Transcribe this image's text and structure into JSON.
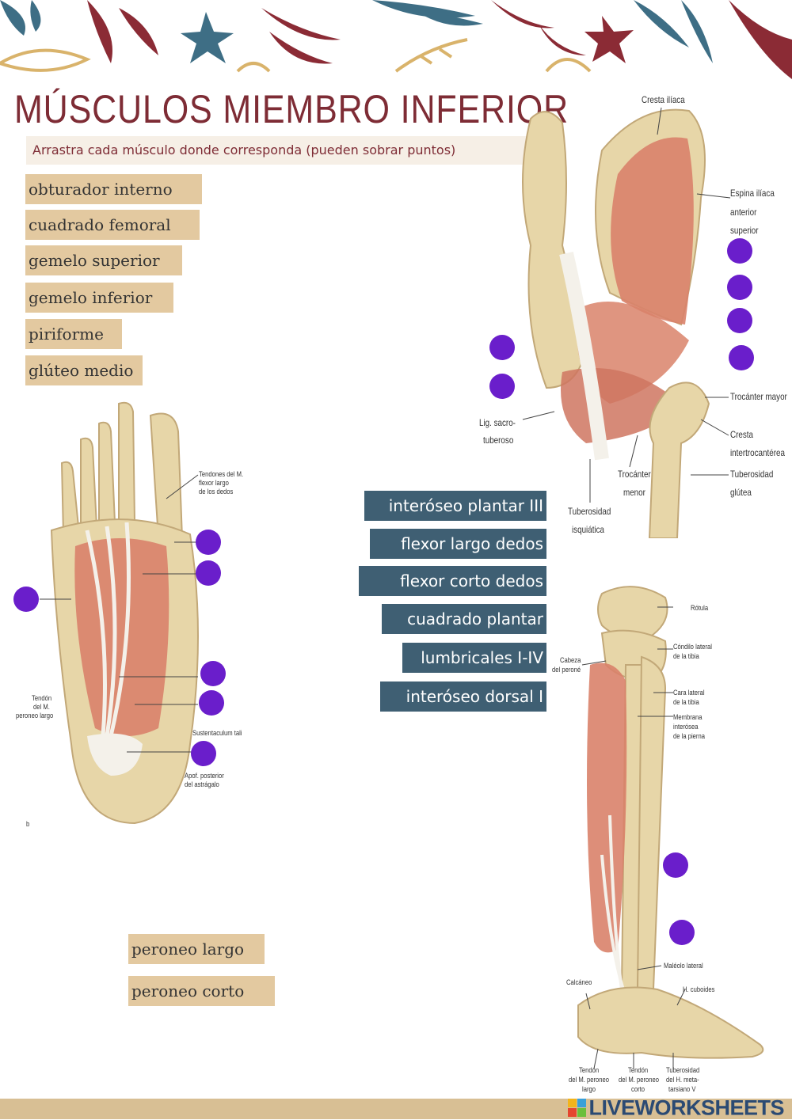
{
  "title": "MÚSCULOS MIEMBRO INFERIOR",
  "instruction": "Arrastra cada músculo donde corresponda (pueden sobrar puntos)",
  "hip_terms": [
    "obturador interno",
    "cuadrado femoral",
    "gemelo superior",
    "gemelo inferior",
    "piriforme",
    "glúteo medio"
  ],
  "foot_terms": [
    "interóseo plantar III",
    "flexor largo dedos",
    "flexor corto dedos",
    "cuadrado plantar",
    "lumbricales I-IV",
    "interóseo dorsal I"
  ],
  "leg_terms": [
    "peroneo largo",
    "peroneo corto"
  ],
  "hip_labels": {
    "cresta_iliaca": "Cresta ilíaca",
    "espina_line1": "Espina ilíaca",
    "espina_line2": "anterior",
    "espina_line3": "superior",
    "trocanter_mayor": "Trocánter mayor",
    "cresta_inter_line1": "Cresta",
    "cresta_inter_line2": "intertrocantérea",
    "tuberosidad_glutea_line1": "Tuberosidad",
    "tuberosidad_glutea_line2": "glútea",
    "trocanter_menor_line1": "Trocánter",
    "trocanter_menor_line2": "menor",
    "tuberosidad_isq_line1": "Tuberosidad",
    "tuberosidad_isq_line2": "isquiática",
    "lig_line1": "Lig. sacro-",
    "lig_line2": "tuberoso"
  },
  "foot_labels": {
    "tendones_line1": "Tendones del M.",
    "tendones_line2": "flexor largo",
    "tendones_line3": "de los dedos",
    "tendon_peroneo_line1": "Tendón",
    "tendon_peroneo_line2": "del M.",
    "tendon_peroneo_line3": "peroneo largo",
    "sustentaculum": "Sustentaculum tali",
    "apof_line1": "Apof. posterior",
    "apof_line2": "del astrágalo",
    "panel_letter": "b"
  },
  "leg_labels": {
    "rotula": "Rótula",
    "condilo_line1": "Cóndilo lateral",
    "condilo_line2": "de la tibia",
    "cabeza_line1": "Cabeza",
    "cabeza_line2": "del peroné",
    "cara_line1": "Cara lateral",
    "cara_line2": "de la tibia",
    "membrana_line1": "Membrana",
    "membrana_line2": "interósea",
    "membrana_line3": "de la pierna",
    "maleolo": "Maléolo lateral",
    "calcaneo": "Calcáneo",
    "cuboides": "H. cuboides",
    "tendon_largo_line1": "Tendón",
    "tendon_largo_line2": "del M. peroneo",
    "tendon_largo_line3": "largo",
    "tendon_corto_line1": "Tendón",
    "tendon_corto_line2": "del M. peroneo",
    "tendon_corto_line3": "corto",
    "tub_meta_line1": "Tuberosidad",
    "tub_meta_line2": "del H. meta-",
    "tub_meta_line3": "tarsiano V"
  },
  "footer_brand": "LIVEWORKSHEETS",
  "colors": {
    "title": "#7e2c35",
    "tan": "#e3c9a0",
    "blue": "#3f5f73",
    "dot": "#6a1ecb",
    "footer": "#d8bf94",
    "muscle": "#d9826a",
    "bone": "#e7d6a8"
  }
}
